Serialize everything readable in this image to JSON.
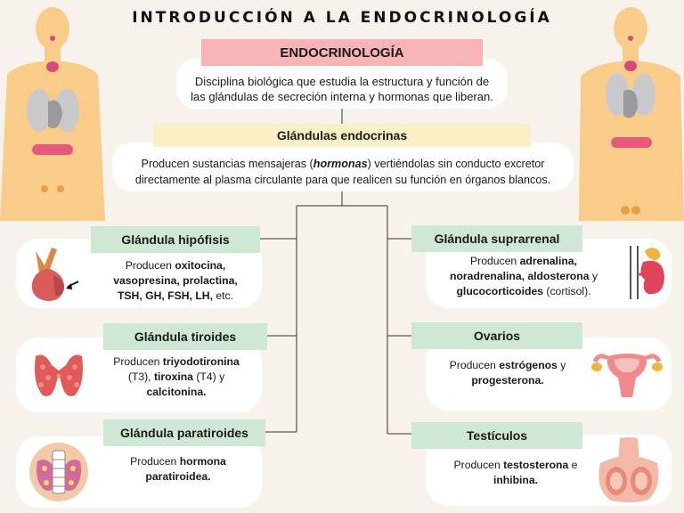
{
  "title": "INTRODUCCIÓN A LA ENDOCRINOLOGÍA",
  "endocrinologia": {
    "heading": "ENDOCRINOLOGÍA",
    "line1": "Disciplina biológica que estudia la estructura y función de",
    "line2": "las glándulas de secreción interna y hormonas que liberan."
  },
  "glandulas": {
    "heading": "Glándulas endocrinas",
    "line1_a": "Producen sustancias mensajeras (",
    "line1_b": "hormonas",
    "line1_c": ") vertiéndolas sin conducto excretor",
    "line2": "directamente al plasma circulante para que realicen su función en órganos blancos."
  },
  "hipofisis": {
    "label": "Glándula hipófisis",
    "intro": "Producen ",
    "h1": "oxitocina,",
    "h2": "vasopresina, prolactina,",
    "h3": "TSH, GH, FSH, LH,",
    "tail": " etc."
  },
  "tiroides": {
    "label": "Glándula tiroides",
    "intro": "Producen ",
    "h1": "triyodotironina",
    "l2a": "(T3), ",
    "h2": "tiroxina",
    "l2b": " (T4) y",
    "h3": "calcitonina."
  },
  "paratiroides": {
    "label": "Glándula paratiroides",
    "intro": "Producen ",
    "h1": "hormona",
    "h2": "paratiroidea."
  },
  "suprarrenal": {
    "label": "Glándula suprarrenal",
    "intro": "Producen ",
    "h1": "adrenalina,",
    "h2": "noradrenalina, aldosterona",
    "l2b": " y",
    "h3": "glucocorticoides",
    "tail": " (cortisol)."
  },
  "ovarios": {
    "label": "Ovarios",
    "intro": "Producen ",
    "h1": "estrógenos",
    "l1b": " y",
    "h2": "progesterona."
  },
  "testiculos": {
    "label": "Testículos",
    "intro": "Producen ",
    "h1": "testosterona",
    "l1b": " e",
    "h2": "inhibina."
  },
  "colors": {
    "pink": "#f7b3b6",
    "yellow": "#fbefc6",
    "green": "#cfe8d5",
    "background": "#f7f3ec",
    "skin": "#f9cc8a"
  }
}
